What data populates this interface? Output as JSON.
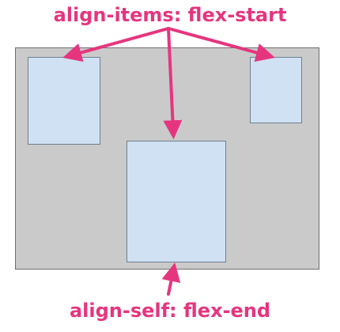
{
  "labels": {
    "top": "align-items: flex-start",
    "bottom": "align-self: flex-end"
  },
  "colors": {
    "accent": "#e6357f",
    "container": "#cacaca",
    "item": "#cfe1f3"
  },
  "items": [
    {
      "id": "item-1"
    },
    {
      "id": "item-2"
    },
    {
      "id": "item-3"
    }
  ]
}
